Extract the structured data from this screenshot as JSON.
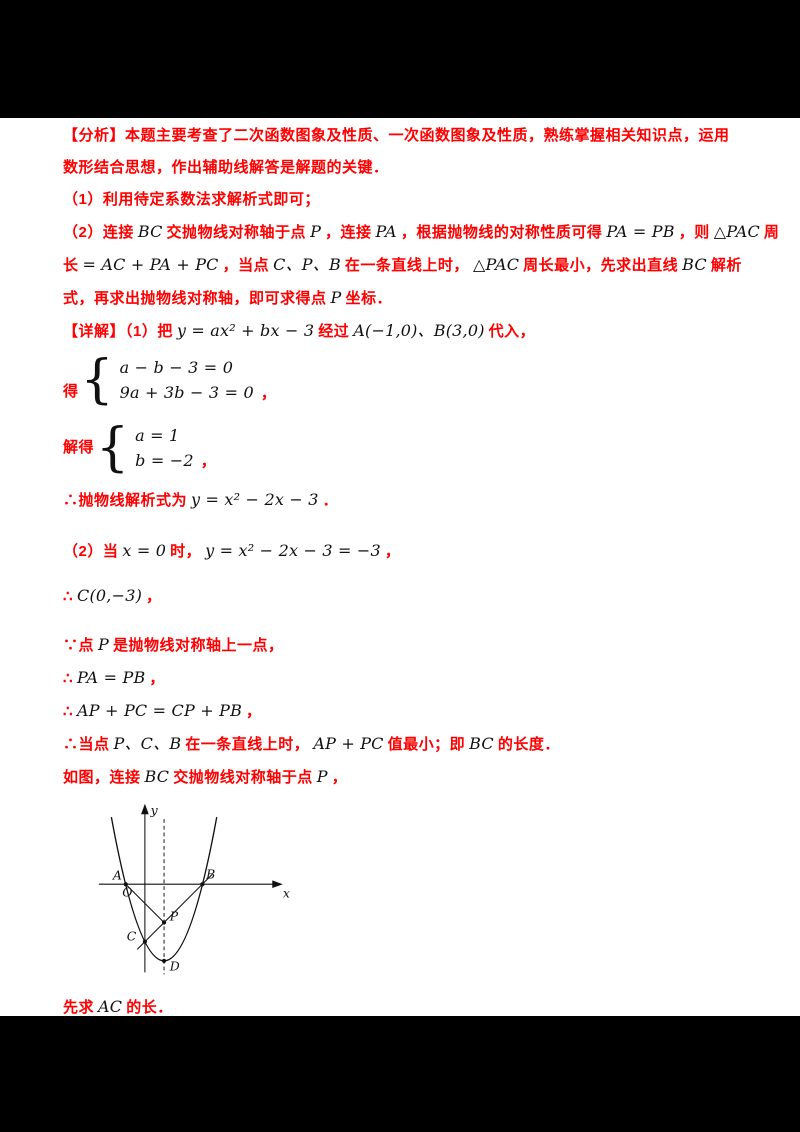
{
  "page": {
    "background": "#000000",
    "paper": "#ffffff",
    "accent_red": "#fe0000",
    "math_black": "#111111"
  },
  "misc": {
    "brace": "{"
  },
  "lines": {
    "l1": [
      "【分析】本题主要考查了二次函数图象及性质、一次函数图象及性质，熟练掌握相关知识点，运用"
    ],
    "l2": [
      "数形结合思想，作出辅助线解答是解题的关键．"
    ],
    "l3": [
      "（1）利用待定系数法求解析式即可；"
    ],
    "l4": [
      "（2）连接",
      "BC",
      "交抛物线对称轴于点",
      "P",
      "，连接",
      "PA",
      "，根据抛物线的对称性质可得",
      "PA = PB",
      "，则",
      "△PAC",
      "周"
    ],
    "l5": [
      "长",
      "= AC + PA + PC",
      "，当点",
      "C、P、B",
      "在一条直线上时，",
      "△PAC",
      "周长最小，先求出直线",
      "BC",
      "解析"
    ],
    "l6": [
      "式，再求出抛物线对称轴，即可求得点",
      "P",
      "坐标．"
    ],
    "l7": [
      "【详解】（1）把",
      "y = ax² + bx − 3",
      "经过",
      "A(−1,0)、B(3,0)",
      "代入，"
    ],
    "l8": {
      "label": "得",
      "eq1": "a − b − 3 = 0",
      "eq2": "9a + 3b − 3 = 0",
      "tail": "，"
    },
    "l9": {
      "label": "解得",
      "eq1": "a = 1",
      "eq2": "b = −2",
      "tail": "，"
    },
    "l10": [
      "∴抛物线解析式为",
      "y = x² − 2x − 3",
      "．"
    ],
    "l11": [
      "（2）当",
      "x = 0",
      "时，",
      "y = x² − 2x − 3 = −3",
      "，"
    ],
    "l12": [
      "∴",
      "C(0,−3)",
      "，"
    ],
    "l13": [
      "∵点",
      "P",
      "是抛物线对称轴上一点，"
    ],
    "l14": [
      "∴",
      "PA = PB",
      "，"
    ],
    "l15": [
      "∴",
      "AP + PC = CP + PB",
      "，"
    ],
    "l16": [
      "∴当点",
      "P、C、B",
      "在一条直线上时，",
      "AP + PC",
      "值最小；即",
      "BC",
      "的长度．"
    ],
    "l17": [
      "如图，连接",
      "BC",
      "交抛物线对称轴于点",
      "P",
      "，"
    ],
    "l18": [
      "先求",
      "AC",
      "的长．"
    ]
  },
  "figure": {
    "label_y": "y",
    "label_x": "x",
    "label_o": "O",
    "label_a": "A",
    "label_b": "B",
    "label_c": "C",
    "label_p": "P",
    "label_d": "D"
  }
}
